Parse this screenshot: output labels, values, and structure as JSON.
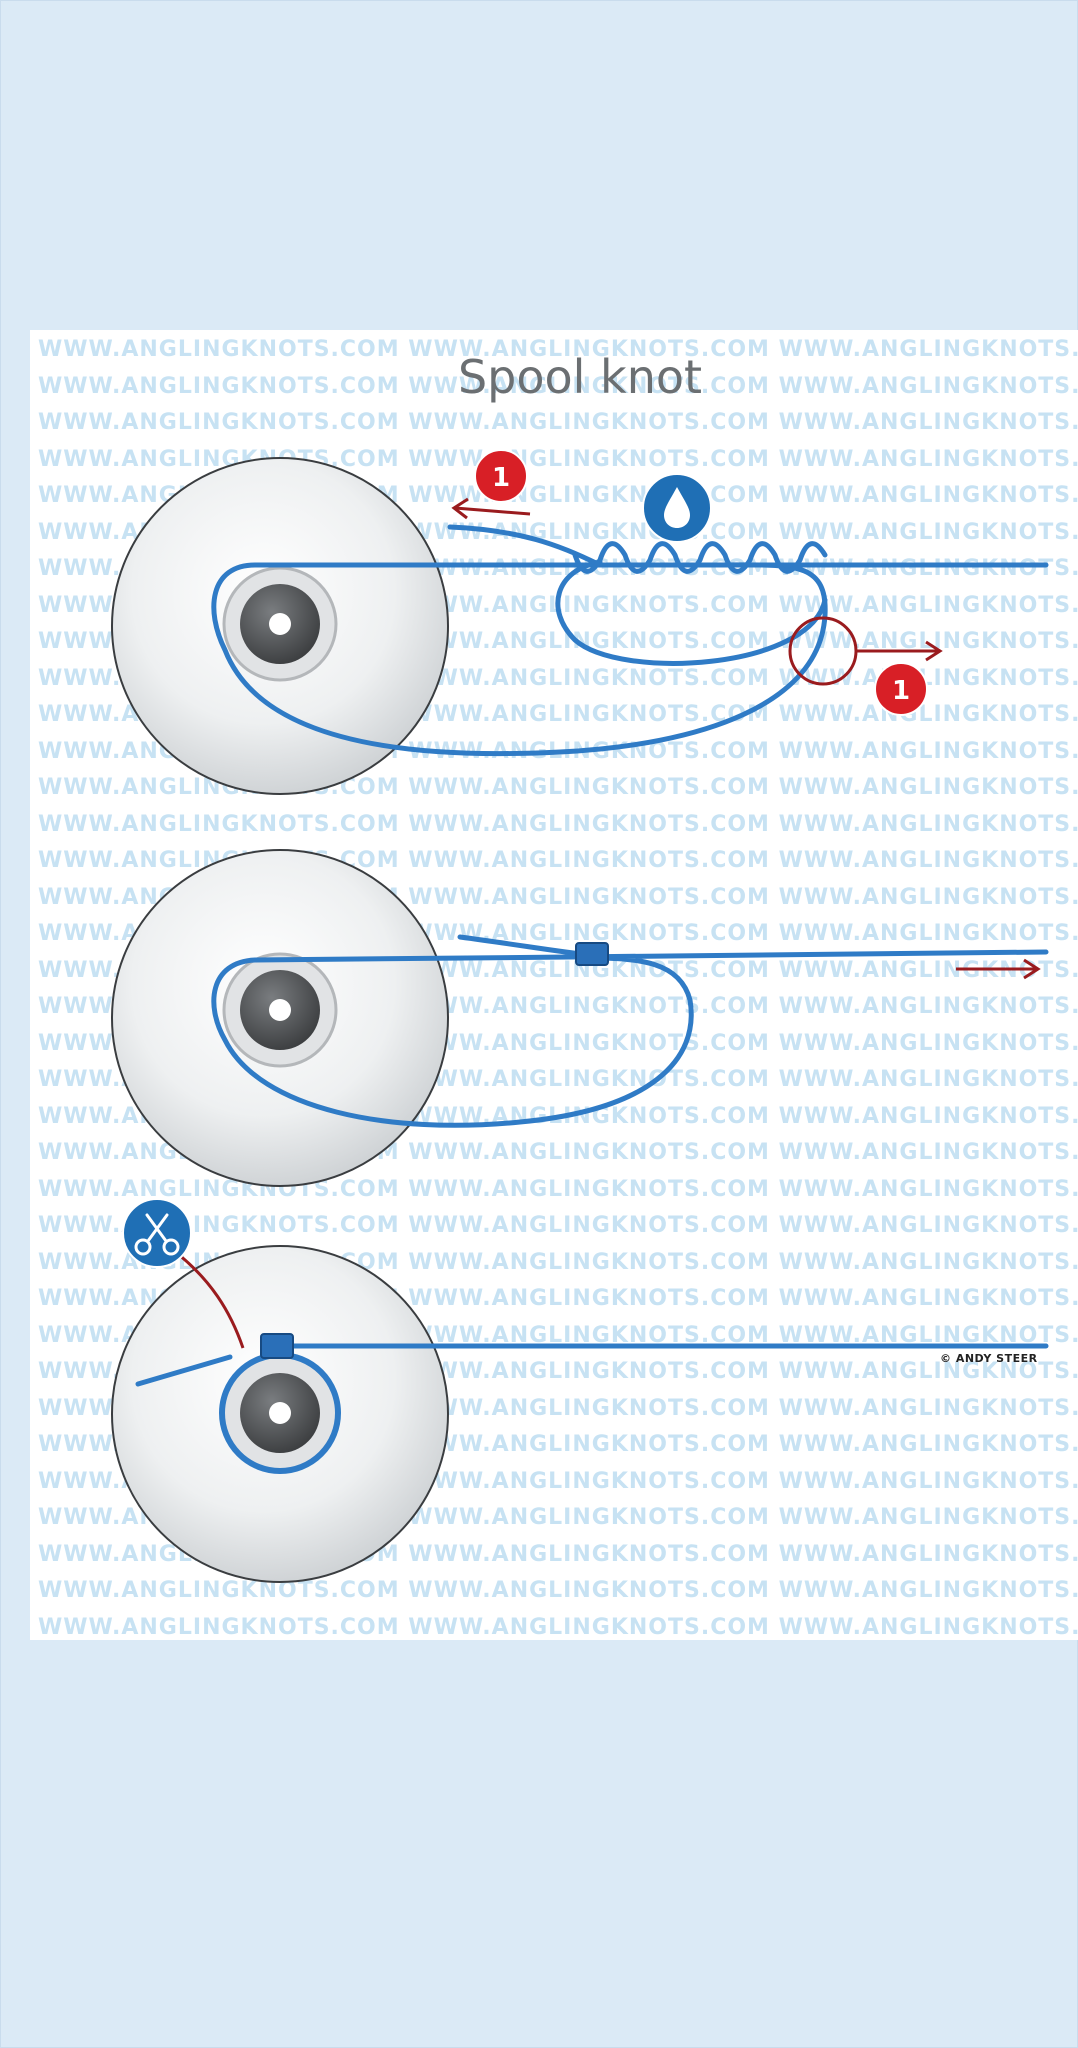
{
  "title": "Spool knot",
  "watermark_text": "WWW.ANGLINGKNOTS.COM",
  "credit": "© ANDY STEER",
  "steps": [
    {
      "badge_number": "1",
      "icon": "water-drop-icon",
      "arrow_direction": "left and right"
    },
    {
      "arrow_direction": "right"
    },
    {
      "icon": "scissors-icon"
    }
  ],
  "colors": {
    "line": "#2f7bc6",
    "badge_red": "#d81f26",
    "badge_blue": "#1f6fb5",
    "arrow": "#9a1b1e",
    "background": "#dbeaf6"
  }
}
